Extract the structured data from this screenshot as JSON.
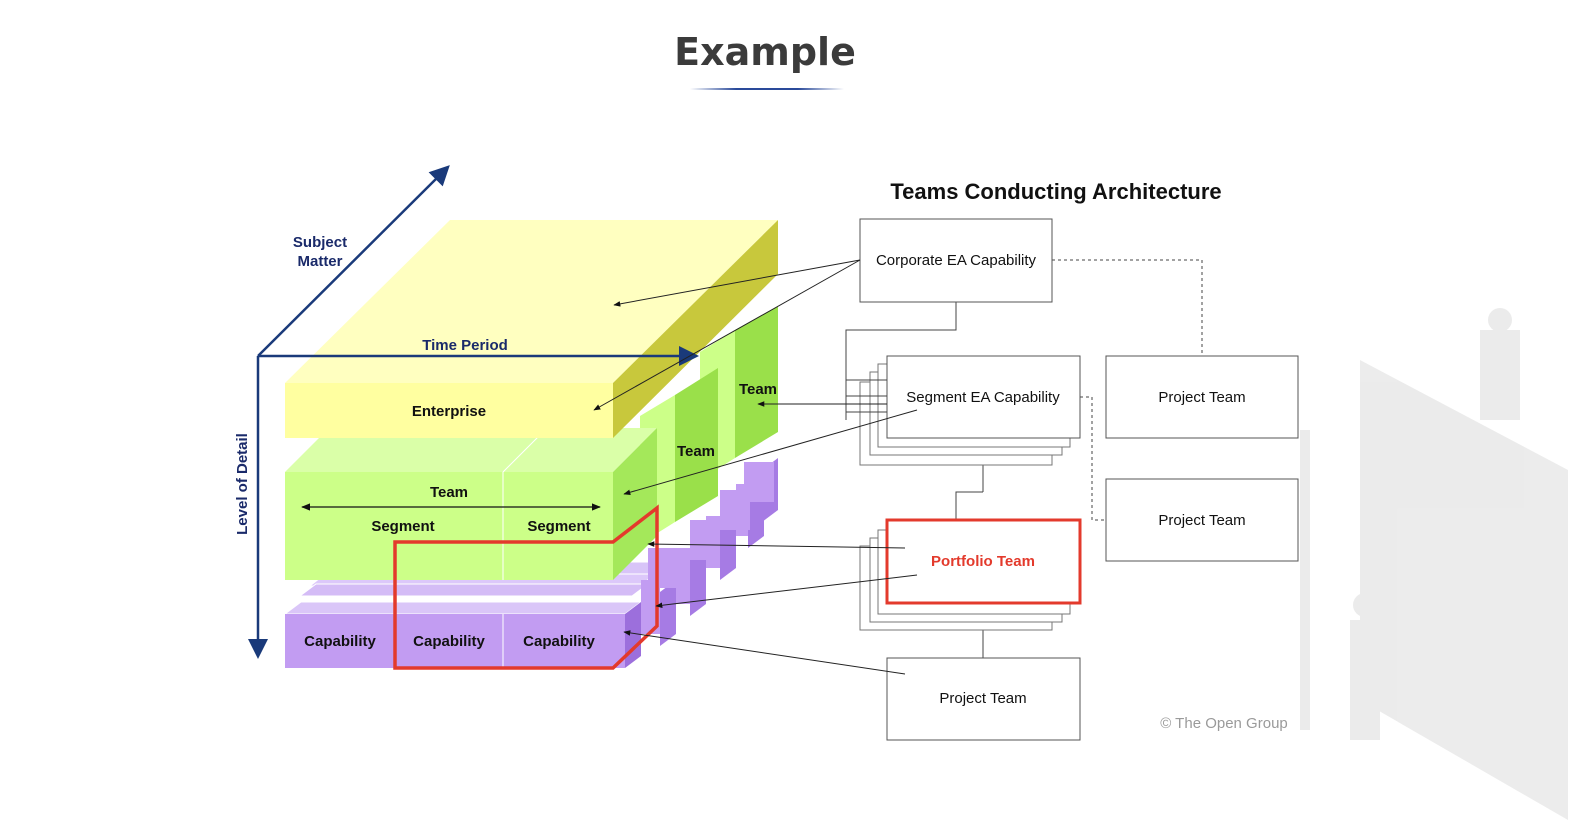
{
  "page": {
    "title": "Example"
  },
  "diagram": {
    "axes": {
      "subject": "Subject\nMatter",
      "time": "Time Period",
      "detail": "Level of Detail"
    },
    "cube": {
      "enterprise": "Enterprise",
      "team": "Team",
      "segment": "Segment",
      "capability": "Capability"
    },
    "teams_heading": "Teams Conducting Architecture",
    "boxes": {
      "corporate": "Corporate EA Capability",
      "segment_ea": "Segment EA Capability",
      "project_team": "Project Team",
      "portfolio": "Portfolio Team"
    },
    "copyright": "© The Open Group",
    "colors": {
      "enterprise": "#ffffc0",
      "team": "#ccff88",
      "capability": "#c29cf2",
      "axis": "#1a3a7a",
      "highlight": "#e33a2c"
    }
  }
}
